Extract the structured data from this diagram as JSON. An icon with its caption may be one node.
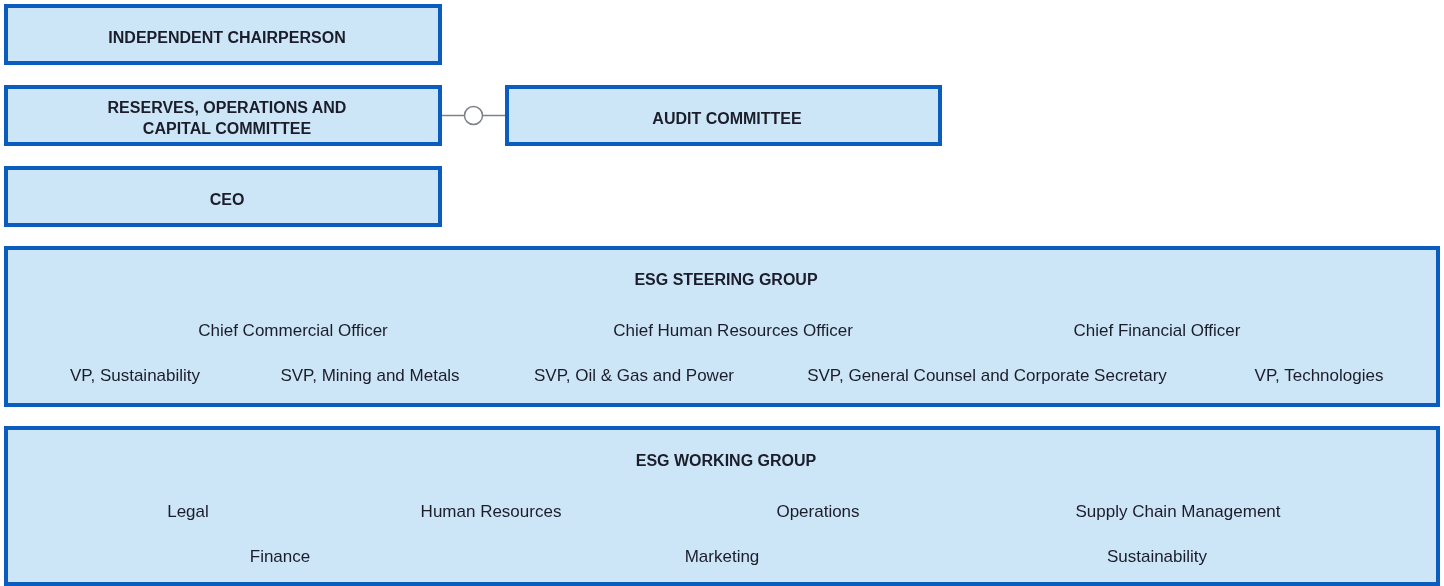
{
  "diagram": {
    "nodes": [
      {
        "text": [
          "INDEPENDENT CHAIRPERSON"
        ]
      },
      {
        "text": [
          "RESERVES, OPERATIONS AND CAPITAL COMMITTEE"
        ]
      },
      {
        "text": [
          "AUDIT COMMITTEE"
        ]
      },
      {
        "text": [
          "CEO"
        ]
      },
      {
        "text": [
          "ESG STEERING GROUP",
          "Chief Commercial Officer",
          "Chief Human Resources Officer",
          "Chief Financial Officer",
          "VP, Sustainability",
          "SVP, Mining and Metals",
          "SVP, Oil & Gas and Power",
          "SVP, General Counsel and Corporate Secretary",
          "VP, Technologies"
        ]
      },
      {
        "text": [
          "ESG WORKING GROUP",
          "Legal",
          "Human Resources",
          "Operations",
          "Supply Chain Management",
          "Finance",
          "Marketing",
          "Sustainability"
        ]
      }
    ],
    "edges": [
      {
        "from": 1,
        "to": 2,
        "arrow": "none"
      }
    ]
  }
}
